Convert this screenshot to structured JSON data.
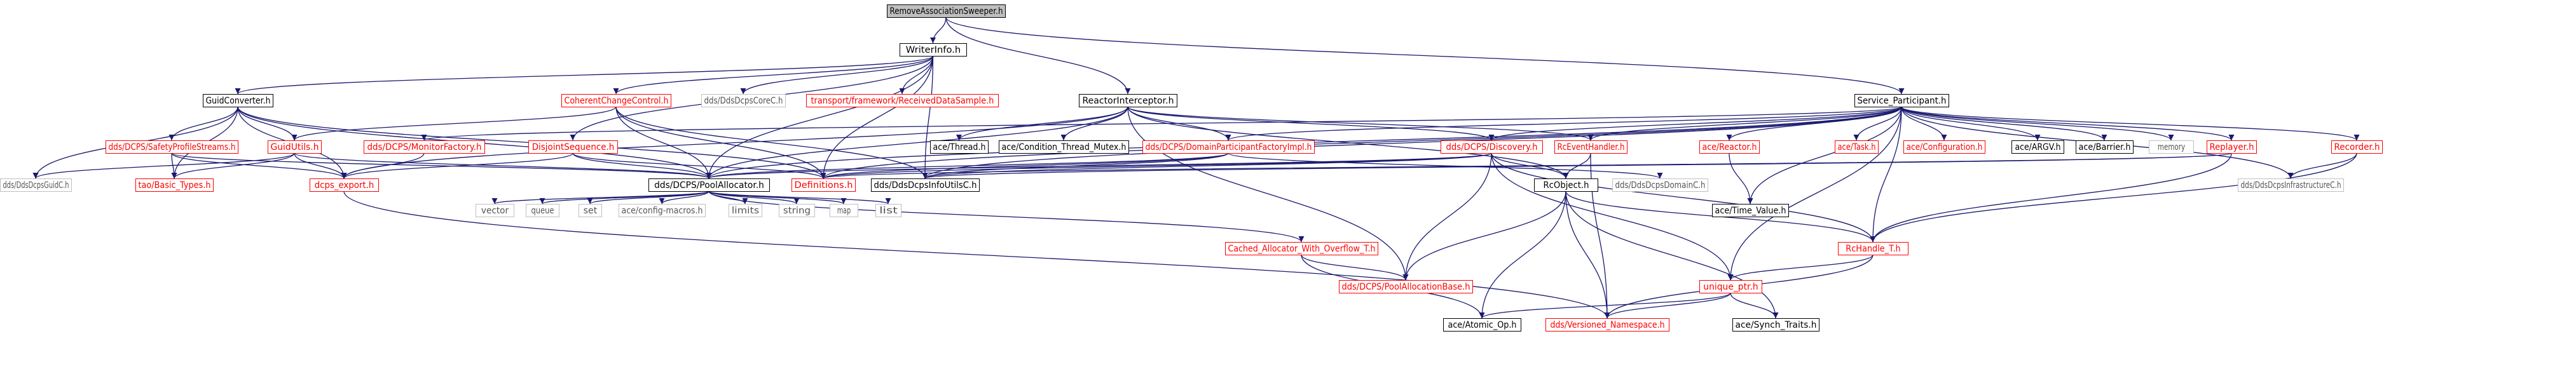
{
  "graph": {
    "colors": {
      "edge": "#191970",
      "root_fill": "#bfbfbf",
      "documented_fill": "#ffffff",
      "documented_border": "#000000",
      "documented_text": "#000000",
      "undocumented_border": "#ff0000",
      "undocumented_text": "#ff0000",
      "system_border": "#bfbfbf",
      "system_text": "#555555"
    },
    "nodes": [
      {
        "id": "n0",
        "label": "RemoveAssociationSweeper.h",
        "kind": "root"
      },
      {
        "id": "n1",
        "label": "WriterInfo.h",
        "kind": "doc"
      },
      {
        "id": "n2",
        "label": "GuidConverter.h",
        "kind": "doc"
      },
      {
        "id": "n3",
        "label": "CoherentChangeControl.h",
        "kind": "red"
      },
      {
        "id": "n4",
        "label": "dds/DdsDcpsCoreC.h",
        "kind": "sys"
      },
      {
        "id": "n5",
        "label": "transport/framework/ReceivedDataSample.h",
        "kind": "red"
      },
      {
        "id": "n6",
        "label": "ReactorInterceptor.h",
        "kind": "doc"
      },
      {
        "id": "n7",
        "label": "Service_Participant.h",
        "kind": "doc"
      },
      {
        "id": "n8",
        "label": "dds/DdsDcpsGuidC.h",
        "kind": "sys"
      },
      {
        "id": "n9",
        "label": "dds/DCPS/SafetyProfileStreams.h",
        "kind": "red"
      },
      {
        "id": "n10",
        "label": "GuidUtils.h",
        "kind": "red"
      },
      {
        "id": "n11",
        "label": "dds/DCPS/MonitorFactory.h",
        "kind": "red"
      },
      {
        "id": "n12",
        "label": "DisjointSequence.h",
        "kind": "red"
      },
      {
        "id": "n13",
        "label": "ace/Thread.h",
        "kind": "doc"
      },
      {
        "id": "n14",
        "label": "ace/Condition_Thread_Mutex.h",
        "kind": "doc"
      },
      {
        "id": "n15",
        "label": "dds/DCPS/DomainParticipantFactoryImpl.h",
        "kind": "red"
      },
      {
        "id": "n16",
        "label": "dds/DCPS/Discovery.h",
        "kind": "red"
      },
      {
        "id": "n17",
        "label": "RcEventHandler.h",
        "kind": "red"
      },
      {
        "id": "n18",
        "label": "ace/Reactor.h",
        "kind": "red"
      },
      {
        "id": "n19",
        "label": "ace/Task.h",
        "kind": "red"
      },
      {
        "id": "n20",
        "label": "ace/Configuration.h",
        "kind": "red"
      },
      {
        "id": "n21",
        "label": "ace/ARGV.h",
        "kind": "doc"
      },
      {
        "id": "n22",
        "label": "ace/Barrier.h",
        "kind": "doc"
      },
      {
        "id": "n23",
        "label": "memory",
        "kind": "sys"
      },
      {
        "id": "n24",
        "label": "Replayer.h",
        "kind": "red"
      },
      {
        "id": "n25",
        "label": "Recorder.h",
        "kind": "red"
      },
      {
        "id": "n26",
        "label": "tao/Basic_Types.h",
        "kind": "red"
      },
      {
        "id": "n27",
        "label": "dcps_export.h",
        "kind": "red"
      },
      {
        "id": "n28",
        "label": "dds/DCPS/PoolAllocator.h",
        "kind": "doc"
      },
      {
        "id": "n29",
        "label": "Definitions.h",
        "kind": "red"
      },
      {
        "id": "n30",
        "label": "dds/DdsDcpsInfoUtilsC.h",
        "kind": "doc"
      },
      {
        "id": "n31",
        "label": "RcObject.h",
        "kind": "doc"
      },
      {
        "id": "n32",
        "label": "dds/DdsDcpsDomainC.h",
        "kind": "sys"
      },
      {
        "id": "n33",
        "label": "ace/Time_Value.h",
        "kind": "doc"
      },
      {
        "id": "n34",
        "label": "dds/DdsDcpsInfrastructureC.h",
        "kind": "sys"
      },
      {
        "id": "n35",
        "label": "vector",
        "kind": "sys"
      },
      {
        "id": "n36",
        "label": "queue",
        "kind": "sys"
      },
      {
        "id": "n37",
        "label": "set",
        "kind": "sys"
      },
      {
        "id": "n38",
        "label": "ace/config-macros.h",
        "kind": "sys"
      },
      {
        "id": "n39",
        "label": "limits",
        "kind": "sys"
      },
      {
        "id": "n40",
        "label": "string",
        "kind": "sys"
      },
      {
        "id": "n41",
        "label": "map",
        "kind": "sys"
      },
      {
        "id": "n42",
        "label": "list",
        "kind": "sys"
      },
      {
        "id": "n43",
        "label": "Cached_Allocator_With_Overflow_T.h",
        "kind": "red"
      },
      {
        "id": "n44",
        "label": "RcHandle_T.h",
        "kind": "red"
      },
      {
        "id": "n45",
        "label": "dds/DCPS/PoolAllocationBase.h",
        "kind": "red"
      },
      {
        "id": "n46",
        "label": "unique_ptr.h",
        "kind": "red"
      },
      {
        "id": "n47",
        "label": "ace/Atomic_Op.h",
        "kind": "doc"
      },
      {
        "id": "n48",
        "label": "dds/Versioned_Namespace.h",
        "kind": "red"
      },
      {
        "id": "n49",
        "label": "ace/Synch_Traits.h",
        "kind": "doc"
      }
    ],
    "edges": [
      [
        "n0",
        "n1"
      ],
      [
        "n0",
        "n6"
      ],
      [
        "n0",
        "n7"
      ],
      [
        "n1",
        "n2"
      ],
      [
        "n1",
        "n3"
      ],
      [
        "n1",
        "n4"
      ],
      [
        "n1",
        "n5"
      ],
      [
        "n1",
        "n12"
      ],
      [
        "n1",
        "n28"
      ],
      [
        "n1",
        "n29"
      ],
      [
        "n1",
        "n30"
      ],
      [
        "n2",
        "n8"
      ],
      [
        "n2",
        "n9"
      ],
      [
        "n2",
        "n10"
      ],
      [
        "n2",
        "n27"
      ],
      [
        "n2",
        "n26"
      ],
      [
        "n2",
        "n29"
      ],
      [
        "n2",
        "n28"
      ],
      [
        "n9",
        "n26"
      ],
      [
        "n9",
        "n27"
      ],
      [
        "n9",
        "n28"
      ],
      [
        "n10",
        "n8"
      ],
      [
        "n10",
        "n26"
      ],
      [
        "n10",
        "n27"
      ],
      [
        "n10",
        "n28"
      ],
      [
        "n3",
        "n10"
      ],
      [
        "n3",
        "n28"
      ],
      [
        "n3",
        "n29"
      ],
      [
        "n3",
        "n30"
      ],
      [
        "n11",
        "n27"
      ],
      [
        "n12",
        "n27"
      ],
      [
        "n12",
        "n28"
      ],
      [
        "n12",
        "n29"
      ],
      [
        "n6",
        "n13"
      ],
      [
        "n6",
        "n14"
      ],
      [
        "n6",
        "n15"
      ],
      [
        "n6",
        "n16"
      ],
      [
        "n6",
        "n17"
      ],
      [
        "n6",
        "n28"
      ],
      [
        "n6",
        "n27"
      ],
      [
        "n6",
        "n31"
      ],
      [
        "n6",
        "n45"
      ],
      [
        "n7",
        "n11"
      ],
      [
        "n7",
        "n15"
      ],
      [
        "n7",
        "n16"
      ],
      [
        "n7",
        "n17"
      ],
      [
        "n7",
        "n18"
      ],
      [
        "n7",
        "n19"
      ],
      [
        "n7",
        "n20"
      ],
      [
        "n7",
        "n21"
      ],
      [
        "n7",
        "n22"
      ],
      [
        "n7",
        "n23"
      ],
      [
        "n7",
        "n24"
      ],
      [
        "n7",
        "n25"
      ],
      [
        "n7",
        "n34"
      ],
      [
        "n7",
        "n33"
      ],
      [
        "n7",
        "n28"
      ],
      [
        "n7",
        "n29"
      ],
      [
        "n7",
        "n30"
      ],
      [
        "n7",
        "n46"
      ],
      [
        "n7",
        "n44"
      ],
      [
        "n15",
        "n28"
      ],
      [
        "n15",
        "n29"
      ],
      [
        "n15",
        "n30"
      ],
      [
        "n15",
        "n32"
      ],
      [
        "n16",
        "n28"
      ],
      [
        "n16",
        "n29"
      ],
      [
        "n16",
        "n30"
      ],
      [
        "n16",
        "n31"
      ],
      [
        "n16",
        "n45"
      ],
      [
        "n16",
        "n46"
      ],
      [
        "n16",
        "n44"
      ],
      [
        "n17",
        "n31"
      ],
      [
        "n17",
        "n48"
      ],
      [
        "n18",
        "n33"
      ],
      [
        "n24",
        "n29"
      ],
      [
        "n24",
        "n30"
      ],
      [
        "n24",
        "n44"
      ],
      [
        "n25",
        "n34"
      ],
      [
        "n25",
        "n44"
      ],
      [
        "n27",
        "n48"
      ],
      [
        "n28",
        "n35"
      ],
      [
        "n28",
        "n36"
      ],
      [
        "n28",
        "n37"
      ],
      [
        "n28",
        "n38"
      ],
      [
        "n28",
        "n39"
      ],
      [
        "n28",
        "n40"
      ],
      [
        "n28",
        "n41"
      ],
      [
        "n28",
        "n42"
      ],
      [
        "n28",
        "n43"
      ],
      [
        "n43",
        "n45"
      ],
      [
        "n43",
        "n47"
      ],
      [
        "n31",
        "n44"
      ],
      [
        "n31",
        "n45"
      ],
      [
        "n31",
        "n47"
      ],
      [
        "n31",
        "n48"
      ],
      [
        "n31",
        "n49"
      ],
      [
        "n44",
        "n46"
      ],
      [
        "n44",
        "n48"
      ],
      [
        "n46",
        "n47"
      ],
      [
        "n46",
        "n48"
      ],
      [
        "n46",
        "n49"
      ]
    ]
  }
}
